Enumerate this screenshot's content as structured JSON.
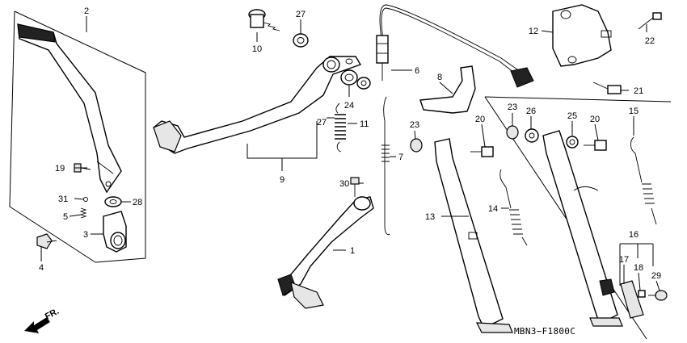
{
  "diagram": {
    "code": "MBN3−F1800C",
    "direction": "FR.",
    "callouts": [
      {
        "id": "c1",
        "text": "1"
      },
      {
        "id": "c2",
        "text": "2"
      },
      {
        "id": "c3",
        "text": "3"
      },
      {
        "id": "c4",
        "text": "4"
      },
      {
        "id": "c5",
        "text": "5"
      },
      {
        "id": "c6",
        "text": "6"
      },
      {
        "id": "c7",
        "text": "7"
      },
      {
        "id": "c8",
        "text": "8"
      },
      {
        "id": "c9",
        "text": "9"
      },
      {
        "id": "c10",
        "text": "10"
      },
      {
        "id": "c11",
        "text": "11"
      },
      {
        "id": "c12",
        "text": "12"
      },
      {
        "id": "c13",
        "text": "13"
      },
      {
        "id": "c14",
        "text": "14"
      },
      {
        "id": "c15",
        "text": "15"
      },
      {
        "id": "c16",
        "text": "16"
      },
      {
        "id": "c17",
        "text": "17"
      },
      {
        "id": "c18",
        "text": "18"
      },
      {
        "id": "c19",
        "text": "19"
      },
      {
        "id": "c20a",
        "text": "20"
      },
      {
        "id": "c20b",
        "text": "20"
      },
      {
        "id": "c21",
        "text": "21"
      },
      {
        "id": "c22",
        "text": "22"
      },
      {
        "id": "c23a",
        "text": "23"
      },
      {
        "id": "c23b",
        "text": "23"
      },
      {
        "id": "c24",
        "text": "24"
      },
      {
        "id": "c25",
        "text": "25"
      },
      {
        "id": "c26",
        "text": "26"
      },
      {
        "id": "c27a",
        "text": "27"
      },
      {
        "id": "c27b",
        "text": "27"
      },
      {
        "id": "c28",
        "text": "28"
      },
      {
        "id": "c29",
        "text": "29"
      },
      {
        "id": "c30",
        "text": "30"
      },
      {
        "id": "c31",
        "text": "31"
      }
    ]
  }
}
